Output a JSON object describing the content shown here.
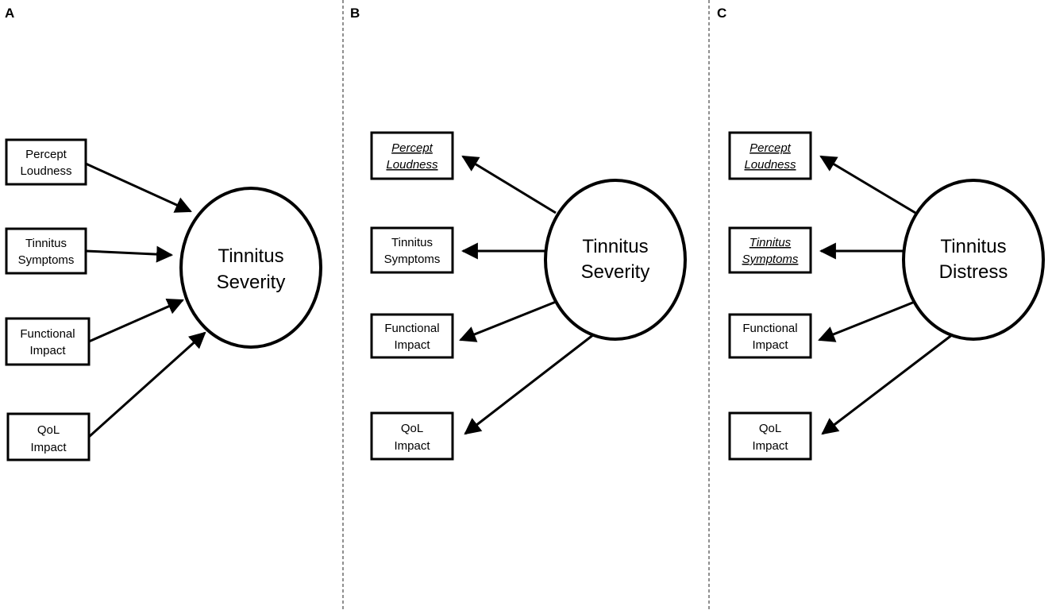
{
  "panels": {
    "A": {
      "letter": "A",
      "construct": [
        "Tinnitus",
        "Severity"
      ],
      "indicators": [
        {
          "lines": [
            "Percept",
            "Loudness"
          ],
          "italic_underline": false
        },
        {
          "lines": [
            "Tinnitus",
            "Symptoms"
          ],
          "italic_underline": false
        },
        {
          "lines": [
            "Functional",
            "Impact"
          ],
          "italic_underline": false
        },
        {
          "lines": [
            "QoL",
            "Impact"
          ],
          "italic_underline": false
        }
      ],
      "direction": "indicators-to-construct"
    },
    "B": {
      "letter": "B",
      "construct": [
        "Tinnitus",
        "Severity"
      ],
      "indicators": [
        {
          "lines": [
            "Percept",
            "Loudness"
          ],
          "italic_underline": true
        },
        {
          "lines": [
            "Tinnitus",
            "Symptoms"
          ],
          "italic_underline": false
        },
        {
          "lines": [
            "Functional",
            "Impact"
          ],
          "italic_underline": false
        },
        {
          "lines": [
            "QoL",
            "Impact"
          ],
          "italic_underline": false
        }
      ],
      "direction": "construct-to-indicators"
    },
    "C": {
      "letter": "C",
      "construct": [
        "Tinnitus",
        "Distress"
      ],
      "indicators": [
        {
          "lines": [
            "Percept",
            "Loudness"
          ],
          "italic_underline": true
        },
        {
          "lines": [
            "Tinnitus",
            "Symptoms"
          ],
          "italic_underline": true
        },
        {
          "lines": [
            "Functional",
            "Impact"
          ],
          "italic_underline": false
        },
        {
          "lines": [
            "QoL",
            "Impact"
          ],
          "italic_underline": false
        }
      ],
      "direction": "construct-to-indicators"
    }
  },
  "colors": {
    "line": "#000000",
    "divider": "#555555",
    "background": "#ffffff"
  }
}
